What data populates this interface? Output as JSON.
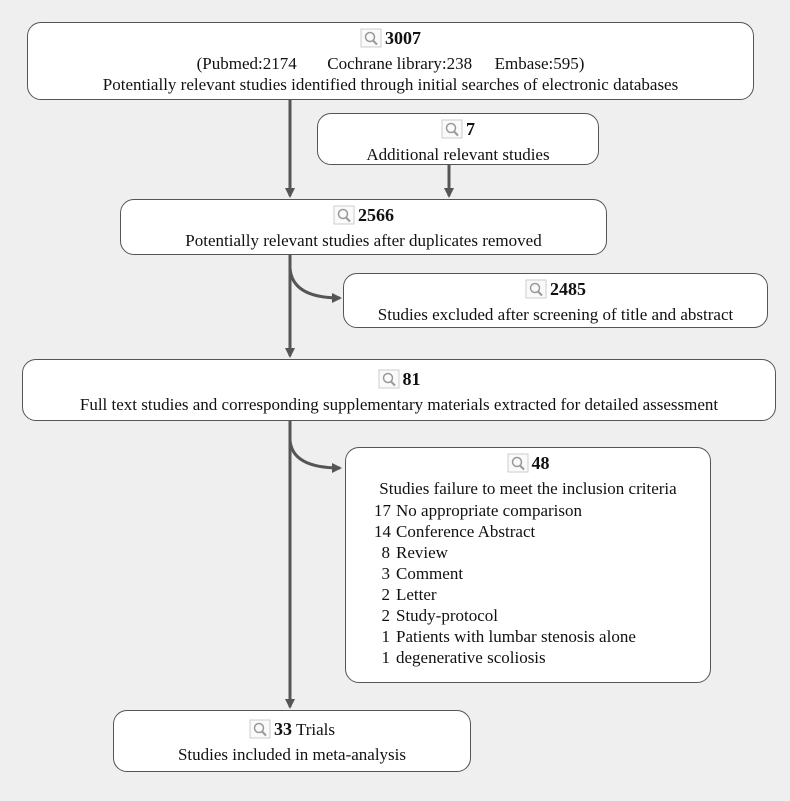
{
  "colors": {
    "background": "#efefef",
    "box_fill": "#ffffff",
    "box_border": "#555555",
    "arrow": "#555555"
  },
  "identified": {
    "count": "3007",
    "sources": [
      "(Pubmed:2174",
      "Cochrane library:238",
      "Embase:595)"
    ],
    "text": "Potentially relevant studies identified through initial searches of electronic databases"
  },
  "additional": {
    "count": "7",
    "text": "Additional relevant studies"
  },
  "dedup": {
    "count": "2566",
    "text": "Potentially relevant studies  after duplicates removed"
  },
  "excluded_screen": {
    "count": "2485",
    "text": "Studies excluded after screening of title and abstract"
  },
  "fulltext": {
    "count": "81",
    "text": "Full text studies and corresponding supplementary materials extracted for detailed assessment"
  },
  "excluded_full": {
    "count": "48",
    "text": "Studies failure to meet the inclusion criteria",
    "reasons": [
      {
        "n": "17",
        "label": "No appropriate comparison"
      },
      {
        "n": "14",
        "label": "Conference Abstract"
      },
      {
        "n": "8",
        "label": "Review"
      },
      {
        "n": "3",
        "label": "Comment"
      },
      {
        "n": "2",
        "label": "Letter"
      },
      {
        "n": "2",
        "label": "Study-protocol"
      },
      {
        "n": "1",
        "label": "Patients with lumbar stenosis alone"
      },
      {
        "n": "1",
        "label": "degenerative scoliosis"
      }
    ]
  },
  "included": {
    "count": "33",
    "unit": "Trials",
    "text": "Studies  included in meta-analysis"
  },
  "icon": "magnifier-icon"
}
